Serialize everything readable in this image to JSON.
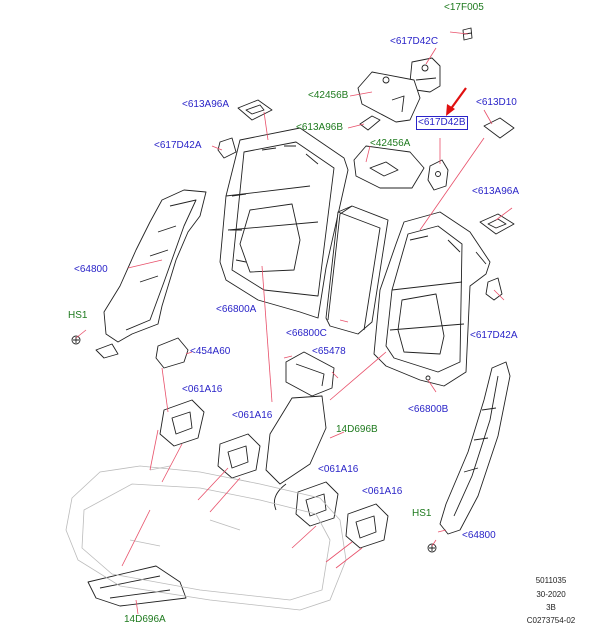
{
  "diagram": {
    "labels": [
      {
        "id": "l1",
        "text": "<17F005",
        "color": "green"
      },
      {
        "id": "l2",
        "text": "<617D42C",
        "color": "blue"
      },
      {
        "id": "l3",
        "text": "<42456B",
        "color": "green"
      },
      {
        "id": "l4",
        "text": "<613A96A",
        "color": "blue"
      },
      {
        "id": "l5",
        "text": "<613A96B",
        "color": "green"
      },
      {
        "id": "l6",
        "text": "<617D42A",
        "color": "blue"
      },
      {
        "id": "l7",
        "text": "<42456A",
        "color": "green"
      },
      {
        "id": "l8",
        "text": "<617D42B",
        "color": "blue",
        "selected": true
      },
      {
        "id": "l9",
        "text": "<613D10",
        "color": "blue"
      },
      {
        "id": "l10",
        "text": "<613A96A",
        "color": "blue"
      },
      {
        "id": "l11",
        "text": "<64800",
        "color": "blue"
      },
      {
        "id": "l12",
        "text": "<66800A",
        "color": "blue"
      },
      {
        "id": "l13",
        "text": "<66800C",
        "color": "blue"
      },
      {
        "id": "l14",
        "text": "<617D42A",
        "color": "blue"
      },
      {
        "id": "l15",
        "text": "HS1",
        "color": "green"
      },
      {
        "id": "l16",
        "text": "<454A60",
        "color": "blue"
      },
      {
        "id": "l17",
        "text": "<65478",
        "color": "blue"
      },
      {
        "id": "l18",
        "text": "<66800B",
        "color": "blue"
      },
      {
        "id": "l19",
        "text": "<061A16",
        "color": "blue"
      },
      {
        "id": "l20",
        "text": "<061A16",
        "color": "blue"
      },
      {
        "id": "l21",
        "text": "14D696B",
        "color": "green"
      },
      {
        "id": "l22",
        "text": "<061A16",
        "color": "blue"
      },
      {
        "id": "l23",
        "text": "<061A16",
        "color": "blue"
      },
      {
        "id": "l24",
        "text": "HS1",
        "color": "green"
      },
      {
        "id": "l25",
        "text": "<64800",
        "color": "blue"
      },
      {
        "id": "l26",
        "text": "14D696A",
        "color": "green"
      }
    ],
    "reference_block": [
      "5011035",
      "30-2020",
      "3B",
      "C0273754-02"
    ],
    "colors": {
      "label_blue": "#2a24c8",
      "label_green": "#1e7a1e",
      "leader_red": "#e8506a",
      "pointer_red": "#e01010",
      "line_art": "#222222"
    }
  }
}
